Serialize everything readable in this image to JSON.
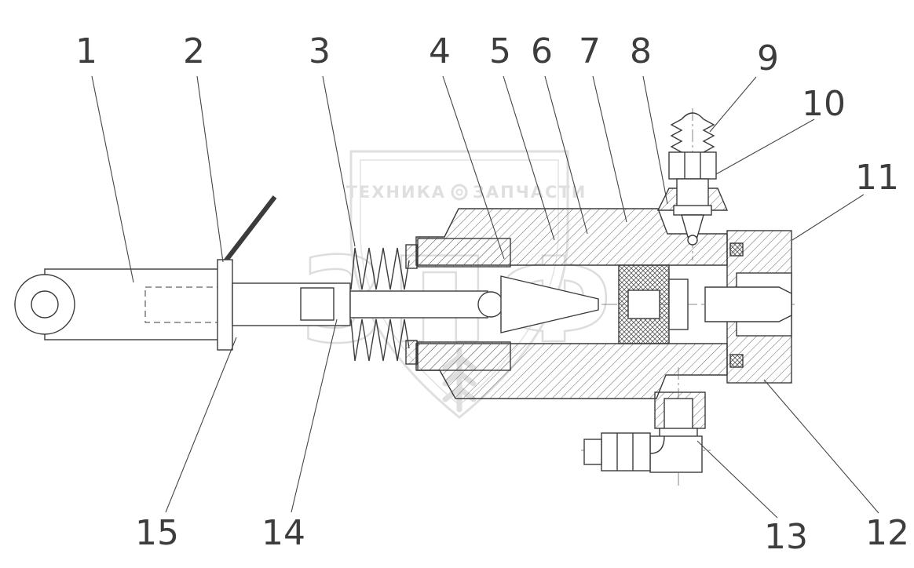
{
  "diagram": {
    "type": "technical-drawing",
    "subject": "hydraulic master cylinder cross-section",
    "background_color": "#ffffff",
    "line_color": "#3d3d3d",
    "watermark": {
      "color": "#c6c6c6",
      "banner_left": "ТЕХНИКА",
      "banner_right": "ЗАПЧАСТИ",
      "big_text": "ЗПФ"
    },
    "labels": [
      {
        "text": "1"
      },
      {
        "text": "2"
      },
      {
        "text": "3"
      },
      {
        "text": "4"
      },
      {
        "text": "5"
      },
      {
        "text": "6"
      },
      {
        "text": "7"
      },
      {
        "text": "8"
      },
      {
        "text": "9"
      },
      {
        "text": "10"
      },
      {
        "text": "11"
      },
      {
        "text": "12"
      },
      {
        "text": "13"
      },
      {
        "text": "14"
      },
      {
        "text": "15"
      }
    ]
  }
}
